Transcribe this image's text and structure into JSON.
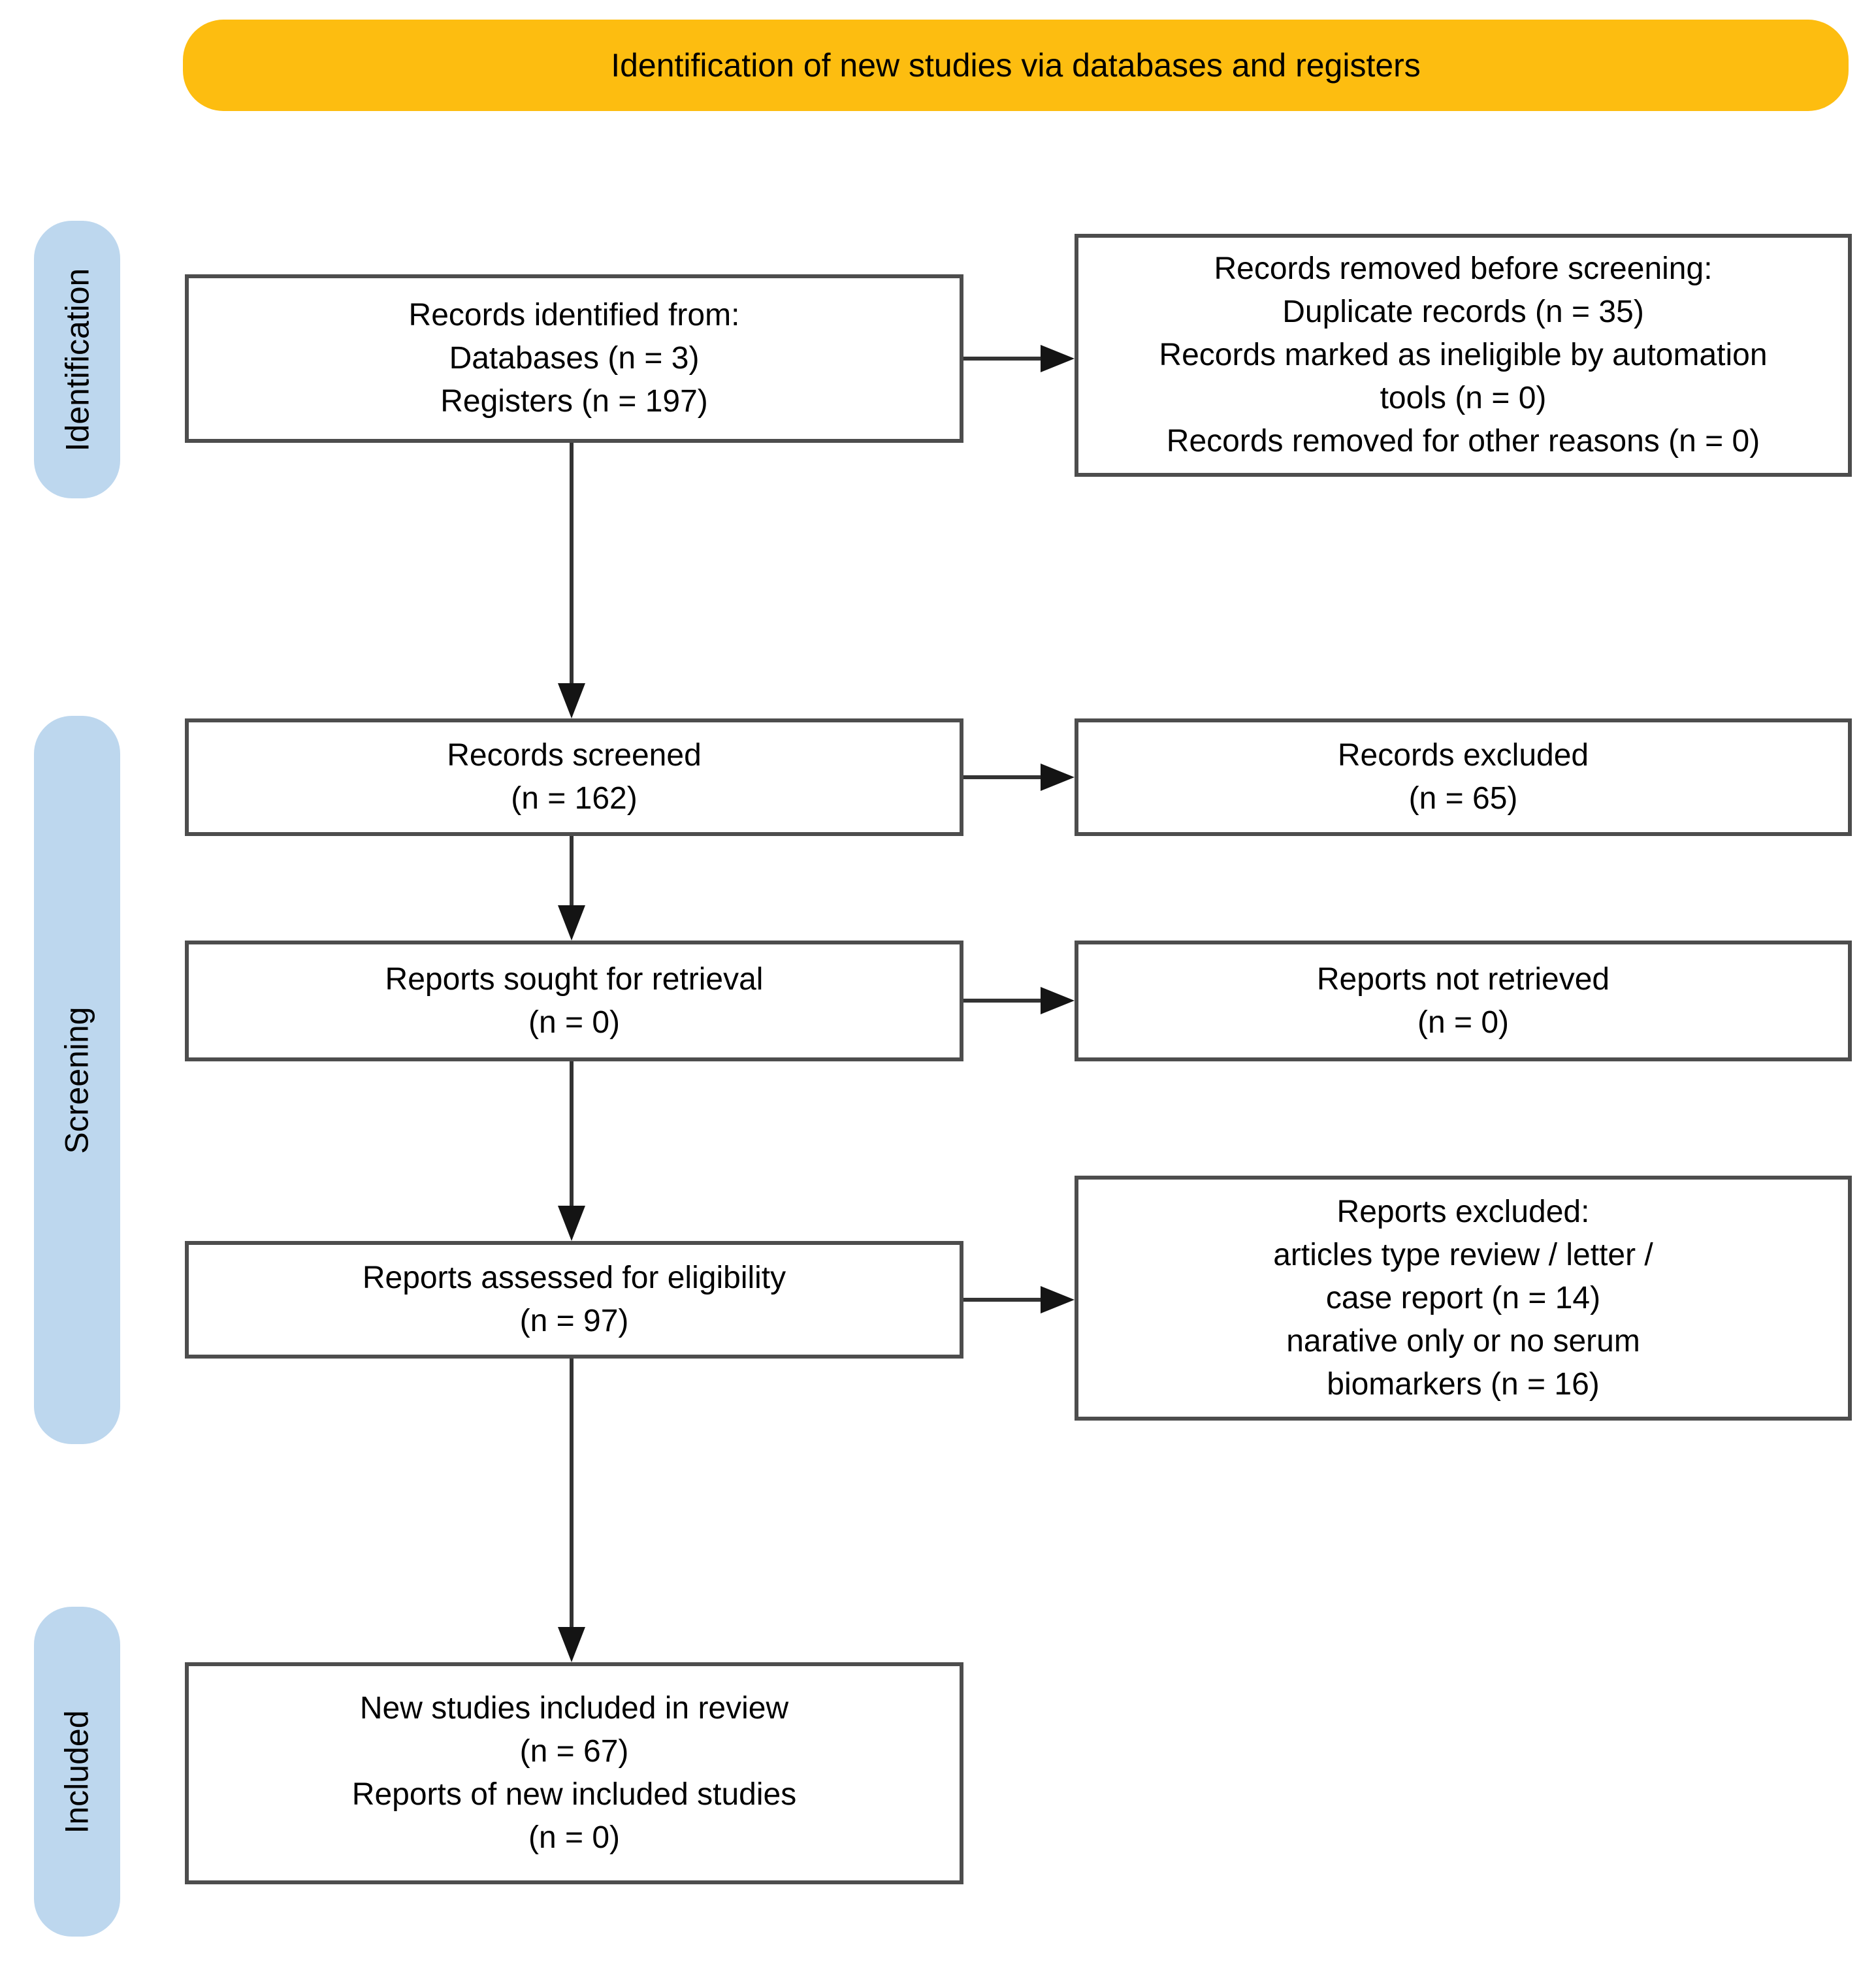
{
  "banner": {
    "title": "Identification of new studies via databases and registers"
  },
  "stages": [
    {
      "label": "Identification"
    },
    {
      "label": "Screening"
    },
    {
      "label": "Included"
    }
  ],
  "boxes": {
    "records_identified": {
      "lines": [
        "Records identified from:",
        "Databases (n = 3)",
        "Registers (n = 197)"
      ]
    },
    "records_removed": {
      "lines": [
        "Records removed before screening:",
        "Duplicate records (n = 35)",
        "Records marked as ineligible by automation",
        "tools (n = 0)",
        "Records removed for other reasons (n = 0)"
      ]
    },
    "records_screened": {
      "lines": [
        "Records screened",
        "(n = 162)"
      ]
    },
    "records_excluded": {
      "lines": [
        "Records excluded",
        "(n = 65)"
      ]
    },
    "reports_sought": {
      "lines": [
        "Reports sought for retrieval",
        "(n = 0)"
      ]
    },
    "reports_not_retrieved": {
      "lines": [
        "Reports not retrieved",
        "(n = 0)"
      ]
    },
    "reports_assessed": {
      "lines": [
        "Reports assessed for eligibility",
        "(n = 97)"
      ]
    },
    "reports_excluded": {
      "lines": [
        "Reports excluded:",
        "articles type review / letter /",
        "case report (n = 14)",
        "narative only or no serum",
        "biomarkers (n = 16)"
      ]
    },
    "new_studies_included": {
      "lines": [
        "New studies included in review",
        "(n = 67)",
        "Reports of new included studies",
        "(n = 0)"
      ]
    }
  },
  "colors": {
    "banner_bg": "#FDBD10",
    "stage_bg": "#BDD7EE",
    "box_border": "#4D4D4D",
    "arrow_line": "#333333",
    "arrow_head": "#141414",
    "text": "#000000"
  }
}
